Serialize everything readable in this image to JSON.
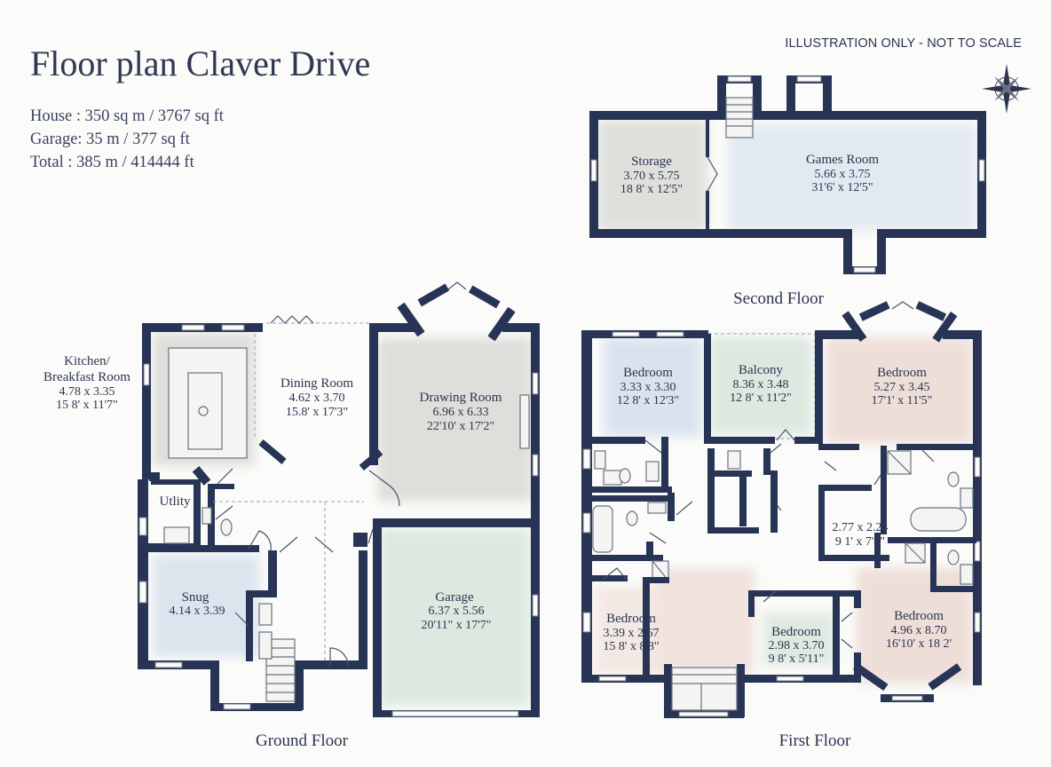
{
  "title": "Floor plan Claver Drive",
  "areas": {
    "house": "House : 350 sq m / 3767 sq ft",
    "garage": "Garage: 35 m / 377 sq ft",
    "total": "Total : 385 m / 414444 ft"
  },
  "disclaimer": "ILLUSTRATION ONLY - NOT TO SCALE",
  "compass_icon": "compass-rose-icon",
  "floors": {
    "ground": "Ground Floor",
    "first": "First Floor",
    "second": "Second Floor"
  },
  "rooms": {
    "kitchen": {
      "name1": "Kitchen/",
      "name2": "Breakfast Room",
      "metric": "4.78 x 3.35",
      "imperial": "15 8' x 11'7\""
    },
    "dining": {
      "name": "Dining Room",
      "metric": "4.62 x 3.70",
      "imperial": "15.8' x 17'3\""
    },
    "drawing": {
      "name": "Drawing Room",
      "metric": "6.96 x 6.33",
      "imperial": "22'10' x 17'2\""
    },
    "utility": {
      "name": "Utlity"
    },
    "snug": {
      "name": "Snug",
      "metric": "4.14 x 3.39"
    },
    "garage": {
      "name": "Garage",
      "metric": "6.37 x 5.56",
      "imperial": "20'11\" x 17'7\""
    },
    "storage": {
      "name": "Storage",
      "metric": "3.70 x 5.75",
      "imperial": "18 8' x 12'5\""
    },
    "games": {
      "name": "Games Room",
      "metric": "5.66 x 3.75",
      "imperial": "31'6' x 12'5\""
    },
    "bed1": {
      "name": "Bedroom",
      "metric": "3.33 x 3.30",
      "imperial": "12 8' x 12'3\""
    },
    "balcony": {
      "name": "Balcony",
      "metric": "8.36 x 3.48",
      "imperial": "12 8' x 11'2\""
    },
    "bed2": {
      "name": "Bedroom",
      "metric": "5.27 x 3.45",
      "imperial": "17'1' x 11'5\""
    },
    "landing": {
      "metric": "2.77 x 2.24",
      "imperial": "9 1' x 7'4\""
    },
    "bed3": {
      "name": "Bedroom",
      "metric": "3.39 x 2.67",
      "imperial": "15 8' x 8'8\""
    },
    "bed4": {
      "name": "Bedroom",
      "metric": "2.98 x 3.70",
      "imperial": "9 8' x 5'11\""
    },
    "bed5": {
      "name": "Bedroom",
      "metric": "4.96 x 8.70",
      "imperial": "16'10' x 18 2'"
    }
  },
  "colors": {
    "wall": "#283456",
    "grey_wash": "#d9d9d5",
    "blue_wash": "#cfdcea",
    "green_wash": "#d7e6dc",
    "pink_wash": "#ecd9d3"
  }
}
